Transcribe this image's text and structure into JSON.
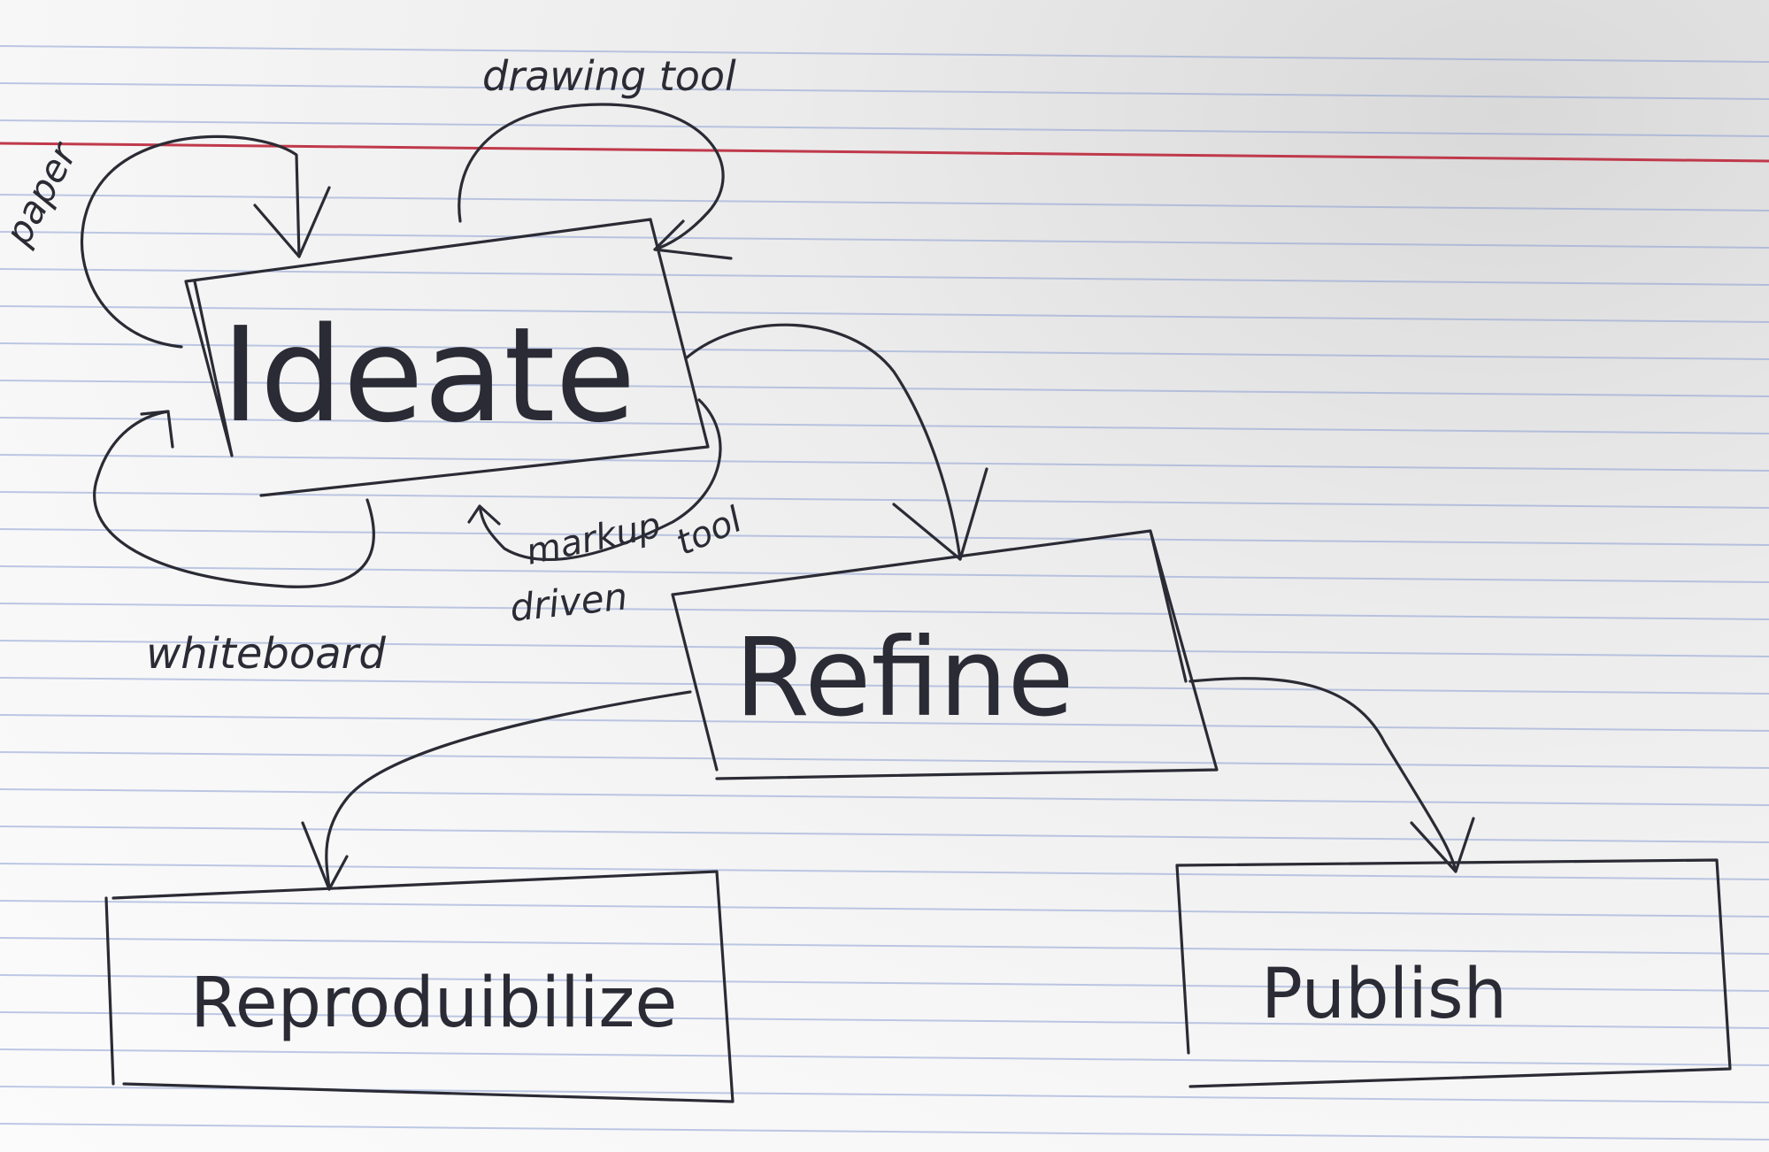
{
  "paper": {
    "background": "#f7f7f7",
    "rule_color": "#8c9fd3",
    "margin_line_color": "#c0394b",
    "ink_color": "#2b2b35"
  },
  "nodes": {
    "ideate": "Ideate",
    "refine": "Refine",
    "reproducibilize": "Reproduibilize",
    "publish": "Publish"
  },
  "edge_labels": {
    "paper": "paper",
    "drawing_tool": "drawing tool",
    "whiteboard": "whiteboard",
    "markup_driven_tool_1": "markup",
    "markup_driven_tool_2": "driven",
    "markup_driven_tool_3": "tool"
  },
  "edges": [
    {
      "from": "ideate",
      "to": "ideate",
      "label": "paper"
    },
    {
      "from": "ideate",
      "to": "ideate",
      "label": "drawing tool"
    },
    {
      "from": "ideate",
      "to": "ideate",
      "label": "whiteboard"
    },
    {
      "from": "ideate",
      "to": "ideate",
      "label": "markup driven tool"
    },
    {
      "from": "ideate",
      "to": "refine"
    },
    {
      "from": "refine",
      "to": "reproducibilize"
    },
    {
      "from": "refine",
      "to": "publish"
    }
  ]
}
